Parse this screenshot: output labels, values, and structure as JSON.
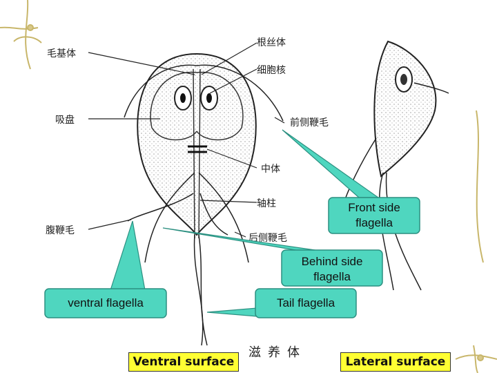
{
  "labels_zh": {
    "basal_body": "毛基体",
    "rhizoplast": "根丝体",
    "nucleus": "细胞核",
    "sucker": "吸盘",
    "anterior_flagella": "前侧鞭毛",
    "median_body": "中体",
    "axostyle": "轴柱",
    "ventral_flagella": "腹鞭毛",
    "posterior_flagella": "后侧鞭毛"
  },
  "callouts": {
    "front_side": "Front side flagella",
    "behind_side": "Behind side flagella",
    "ventral": "ventral  flagella",
    "tail": "Tail  flagella"
  },
  "surfaces": {
    "ventral": "Ventral surface",
    "lateral": "Lateral surface"
  },
  "caption_zh": "滋养体",
  "colors": {
    "callout_fill": "#4fd6bf",
    "callout_border": "#2b8f80",
    "surface_fill": "#ffff33",
    "vine": "#c8b66a"
  }
}
